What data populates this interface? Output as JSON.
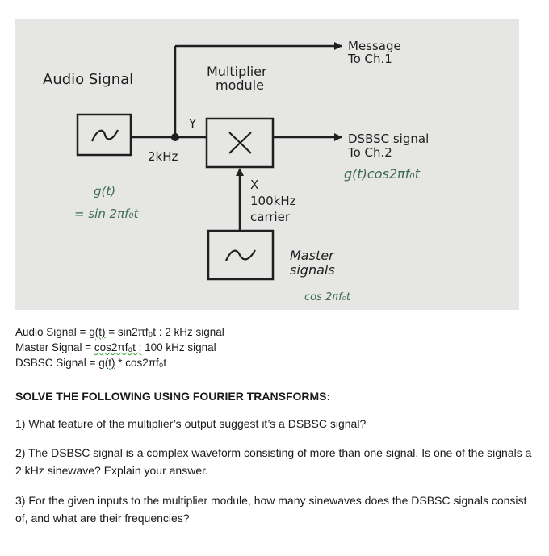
{
  "diagram": {
    "labels": {
      "audio_signal": "Audio Signal",
      "multiplier_line1": "Multiplier",
      "multiplier_line2": "module",
      "y": "Y",
      "x": "X",
      "two_khz": "2kHz",
      "carrier_line1": "100kHz",
      "carrier_line2": "carrier",
      "message_line1": "Message",
      "message_line2": "To Ch.1",
      "dsbsc_line1": "DSBSC signal",
      "dsbsc_line2": "To Ch.2",
      "master_line1": "Master",
      "master_line2": "signals"
    },
    "handwriting": {
      "gt": "g(t)",
      "sin": "= sin 2πf₀t",
      "gcos": "g(t)cos2πf₀t",
      "cos": "cos 2πf₀t"
    }
  },
  "definitions": {
    "audio_prefix": "Audio Signal = ",
    "audio_g": "g(t)",
    "audio_rest": " = sin2πf₀t : 2 kHz signal",
    "master_prefix": "Master Signal = ",
    "master_cos": "cos2πf₀t :",
    "master_rest": " 100 kHz signal",
    "dsbsc_prefix": "DSBSC Signal = ",
    "dsbsc_g": "g(t)",
    "dsbsc_rest": " * cos2πf₀t"
  },
  "instructions": "SOLVE THE FOLLOWING USING FOURIER TRANSFORMS:",
  "questions": [
    "1) What feature of the multiplier’s output suggest it’s a DSBSC signal?",
    "2) The DSBSC signal is a complex waveform consisting of more than one signal. Is one of the signals a 2 kHz sinewave? Explain your answer.",
    "3) For the given inputs to the multiplier module, how many sinewaves does the DSBSC signals consist of, and what are their frequencies?"
  ],
  "colors": {
    "photo_bg": "#e6e6e4",
    "ink": "#1f1f1f",
    "handwriting": "#3c6b53",
    "spell_underline": "#3aa53a"
  }
}
